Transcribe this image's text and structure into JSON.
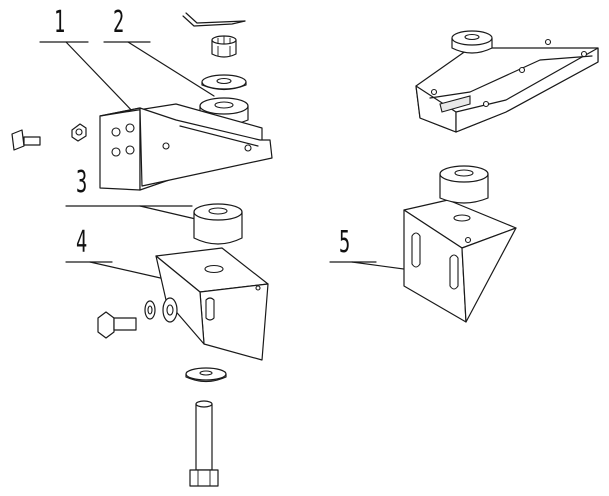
{
  "callouts": [
    {
      "id": "1",
      "text": "1"
    },
    {
      "id": "2",
      "text": "2"
    },
    {
      "id": "3",
      "text": "3"
    },
    {
      "id": "4",
      "text": "4"
    },
    {
      "id": "5",
      "text": "5"
    }
  ],
  "colors": {
    "line": "#1a1a1a",
    "background": "#ffffff",
    "shading": "#e9e9e9"
  }
}
